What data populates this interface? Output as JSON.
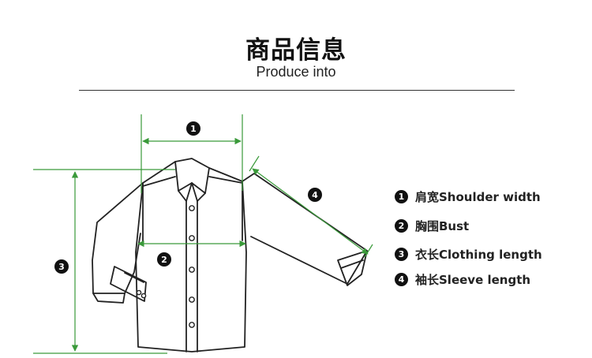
{
  "header": {
    "title": "商品信息",
    "subtitle": "Produce into"
  },
  "colors": {
    "measure_line": "#3a9a3a",
    "garment_line": "#222222",
    "badge": "#111111"
  },
  "markers": [
    "1",
    "2",
    "3",
    "4"
  ],
  "legend": [
    {
      "num": "1",
      "label": "肩宽Shoulder width"
    },
    {
      "num": "2",
      "label": "胸围Bust"
    },
    {
      "num": "3",
      "label": "衣长Clothing length"
    },
    {
      "num": "4",
      "label": "袖长Sleeve length"
    }
  ]
}
